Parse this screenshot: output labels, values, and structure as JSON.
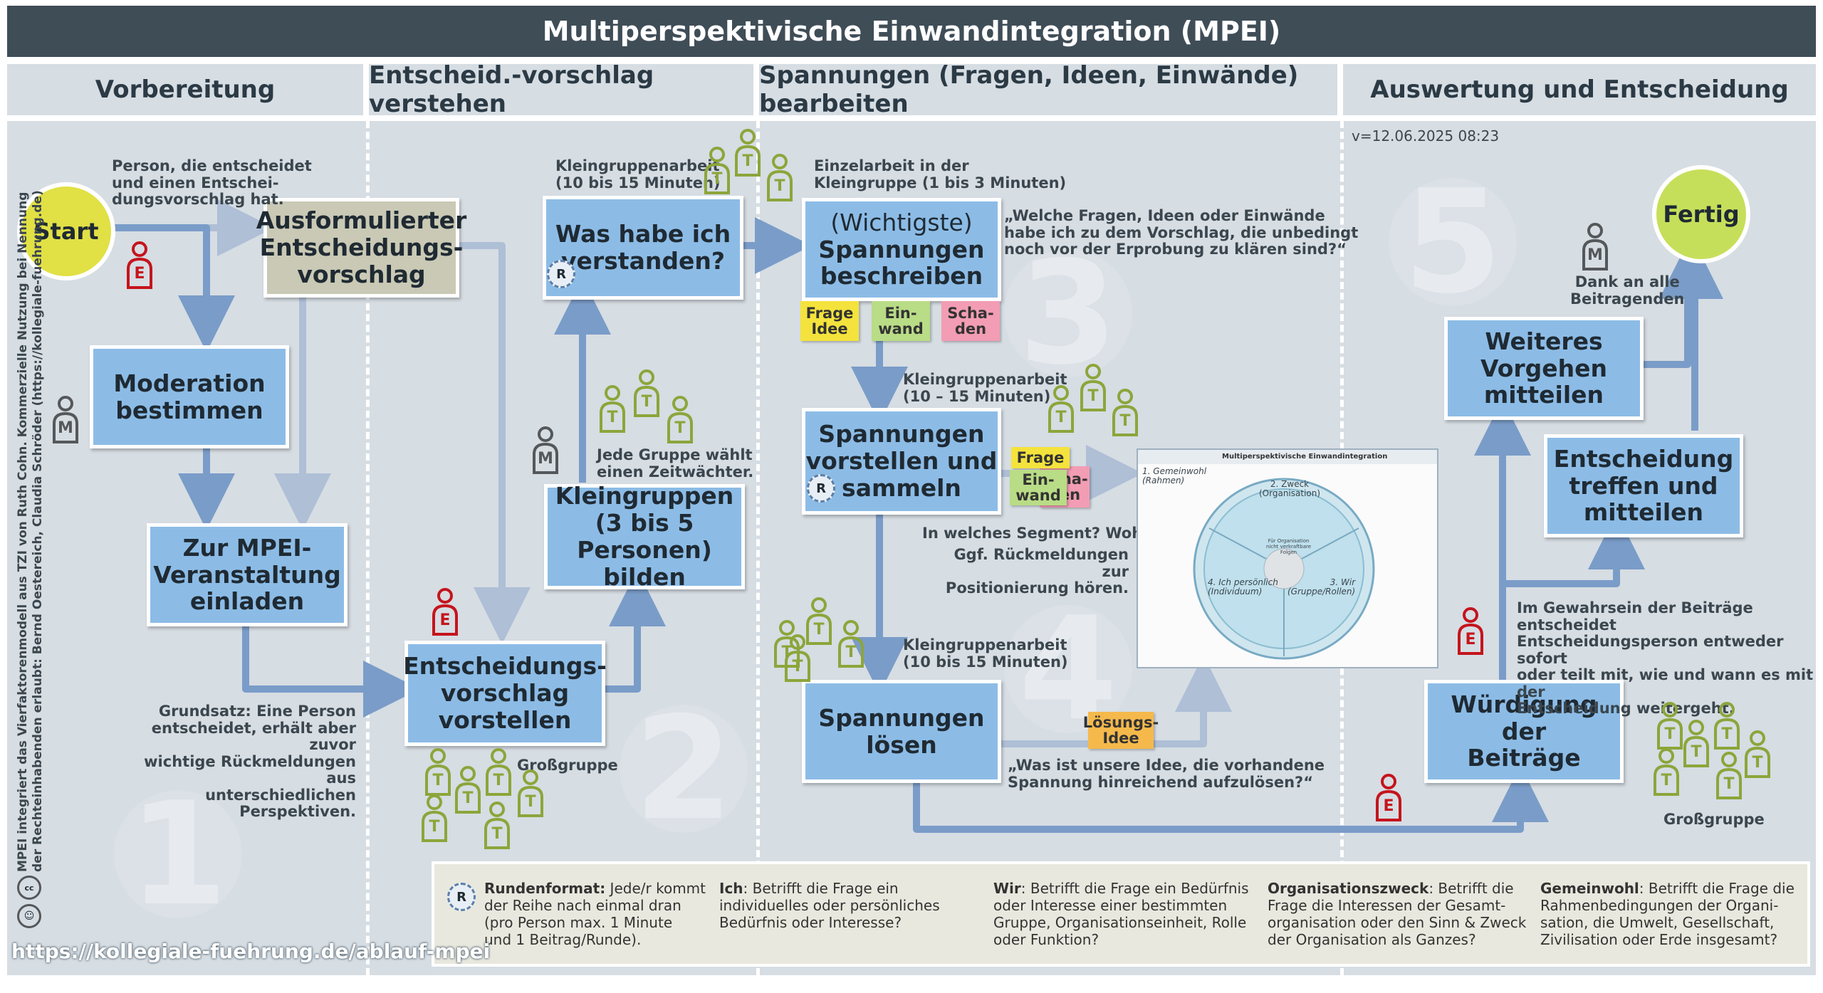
{
  "title": "Multiperspektivische Einwandintegration (MPEI)",
  "columns": [
    "Vorbereitung",
    "Entscheid.-vorschlag verstehen",
    "Spannungen (Fragen, Ideen, Einwände) bearbeiten",
    "Auswertung und Entscheidung"
  ],
  "version": "v=12.06.2025 08:23",
  "phase_numbers": [
    "1",
    "2",
    "3",
    "4",
    "5"
  ],
  "start": "Start",
  "fertig": "Fertig",
  "boxes": {
    "ausformuliert": "Ausformulierter\nEntscheidungs-\nvorschlag",
    "moderation": "Moderation\nbestimmen",
    "einladen": "Zur MPEI-\nVeranstaltung\neinladen",
    "vorstellen": "Entscheidungs-\nvorschlag\nvorstellen",
    "kleingruppen": "Kleingruppen\n(3 bis 5 Personen)\nbilden",
    "verstanden": "Was habe ich\nverstanden?",
    "beschreiben_top": "(Wichtigste)",
    "beschreiben": "Spannungen\nbeschreiben",
    "sammeln": "Spannungen\nvorstellen und\nsammeln",
    "loesen": "Spannungen\nlösen",
    "wuerdigung": "Würdigung der\nBeiträge",
    "weiteres": "Weiteres\nVorgehen\nmitteilen",
    "entscheidung": "Entscheidung\ntreffen und\nmitteilen"
  },
  "notes": {
    "person": "Person, die entscheidet\nund einen Entschei-\ndungsvorschlag hat.",
    "grundsatz": "Grundsatz: Eine Person\nentscheidet, erhält aber zuvor\nwichtige Rückmeldungen aus\nunterschiedlichen Perspektiven.",
    "grossgruppe1": "Großgruppe",
    "kleingruppenarbeit1": "Kleingruppenarbeit\n(10 bis 15 Minuten)",
    "zeitwaechter": "Jede Gruppe wählt\neinen Zeitwächter.",
    "einzelarbeit": "Einzelarbeit in der\nKleingruppe (1 bis 3 Minuten)",
    "frage_welche": "„Welche Fragen, Ideen oder Einwände\nhabe ich zu dem Vorschlag, die unbedingt\nnoch vor der Erprobung zu klären sind?“",
    "kleingruppenarbeit2": "Kleingruppenarbeit\n(10 – 15 Minuten)",
    "segment": "In welches Segment? Wohin?",
    "positionierung": "Ggf. Rückmeldungen zur\nPositionierung hören.",
    "kleingruppenarbeit3": "Kleingruppenarbeit\n(10 bis 15 Minuten)",
    "idee_frage": "„Was ist unsere Idee, die vorhandene\nSpannung hinreichend aufzulösen?“",
    "dank": "Dank an alle\nBeitragenden",
    "gewahrsein": "Im Gewahrsein der Beiträge entscheidet\nEntscheidungsperson entweder sofort\noder teilt mit, wie und wann es mit der\nEntscheidung weitergeht.",
    "grossgruppe2": "Großgruppe"
  },
  "stickies": {
    "frage_idee": "Frage\nIdee",
    "einwand": "Ein-\nwand",
    "schaden": "Scha-\nden",
    "frage": "Frage",
    "einwand2": "Ein-\nwand",
    "schaden2": "Scha-\nden",
    "loesungsidee": "Lösungs-\nIdee"
  },
  "mini_poster": {
    "title": "Multiperspektivische Einwandintegration",
    "gemeinwohl": "1. Gemeinwohl\n(Rahmen)",
    "zweck": "2. Zweck\n(Organisation)",
    "ich": "4. Ich persönlich\n(Individuum)",
    "wir": "3. Wir\n(Gruppe/Rollen)",
    "center": "Für Organisation\nnicht verkraftbare\nFolgen"
  },
  "badges": {
    "E": "E",
    "M": "M",
    "T": "T",
    "R": "R"
  },
  "legend": [
    {
      "bold": "Rundenformat:",
      "text": " Jede/r kommt\nder Reihe nach einmal dran\n(pro Person max. 1 Minute\nund 1 Beitrag/Runde)."
    },
    {
      "bold": "Ich",
      "text": ": Betrifft die Frage ein\nindividuelles oder persönliches\nBedürfnis oder Interesse?"
    },
    {
      "bold": "Wir",
      "text": ": Betrifft die Frage ein Bedürfnis\noder Interesse einer bestimmten\nGruppe, Organisationseinheit, Rolle\noder Funktion?"
    },
    {
      "bold": "Organisationszweck",
      "text": ": Betrifft die\nFrage die Interessen der Gesamt-\norganisation oder den Sinn & Zweck\nder Organisation als Ganzes?"
    },
    {
      "bold": "Gemeinwohl",
      "text": ": Betrifft die Frage die\nRahmenbedingungen der Organi-\nsation, die Umwelt, Gesellschaft,\nZivilisation oder Erde insgesamt?"
    }
  ],
  "url": "https://kollegiale-fuehrung.de/ablauf-mpei",
  "license": "MPEI integriert das Vierfaktorenmodell aus TZI von Ruth Cohn. Kommerzielle Nutzung bei Nennung\nder Rechteinhabenden erlaubt: Bernd Oestereich, Claudia Schröder (https://kollegiale-fuehrung.de)",
  "colors": {
    "box": "#8cbce6",
    "panel": "#d6dde3",
    "arrow": "#7a9cc8",
    "start": "#e1e045",
    "fertig": "#c6df5a",
    "E": "#c5141c",
    "T": "#8da53a",
    "M": "#55585a"
  }
}
